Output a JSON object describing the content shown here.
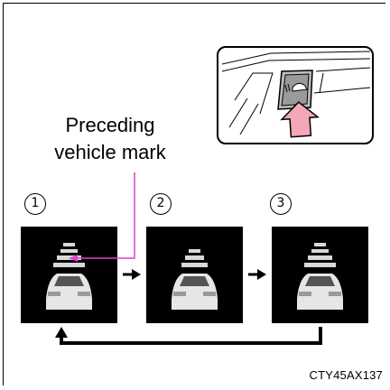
{
  "caption": {
    "line1": "Preceding",
    "line2": "vehicle mark"
  },
  "steps": [
    {
      "label": "1"
    },
    {
      "label": "2"
    },
    {
      "label": "3"
    }
  ],
  "figure_code": "CTY45AX137",
  "colors": {
    "leader_line": "#e040c8",
    "button_highlight": "#f4a7b9",
    "panel_bg": "#000000"
  },
  "icons": {
    "button": "distance-switch-icon",
    "press_arrow": "press-arrow-icon",
    "cycle_arrow": "cycle-return-arrow-icon"
  }
}
